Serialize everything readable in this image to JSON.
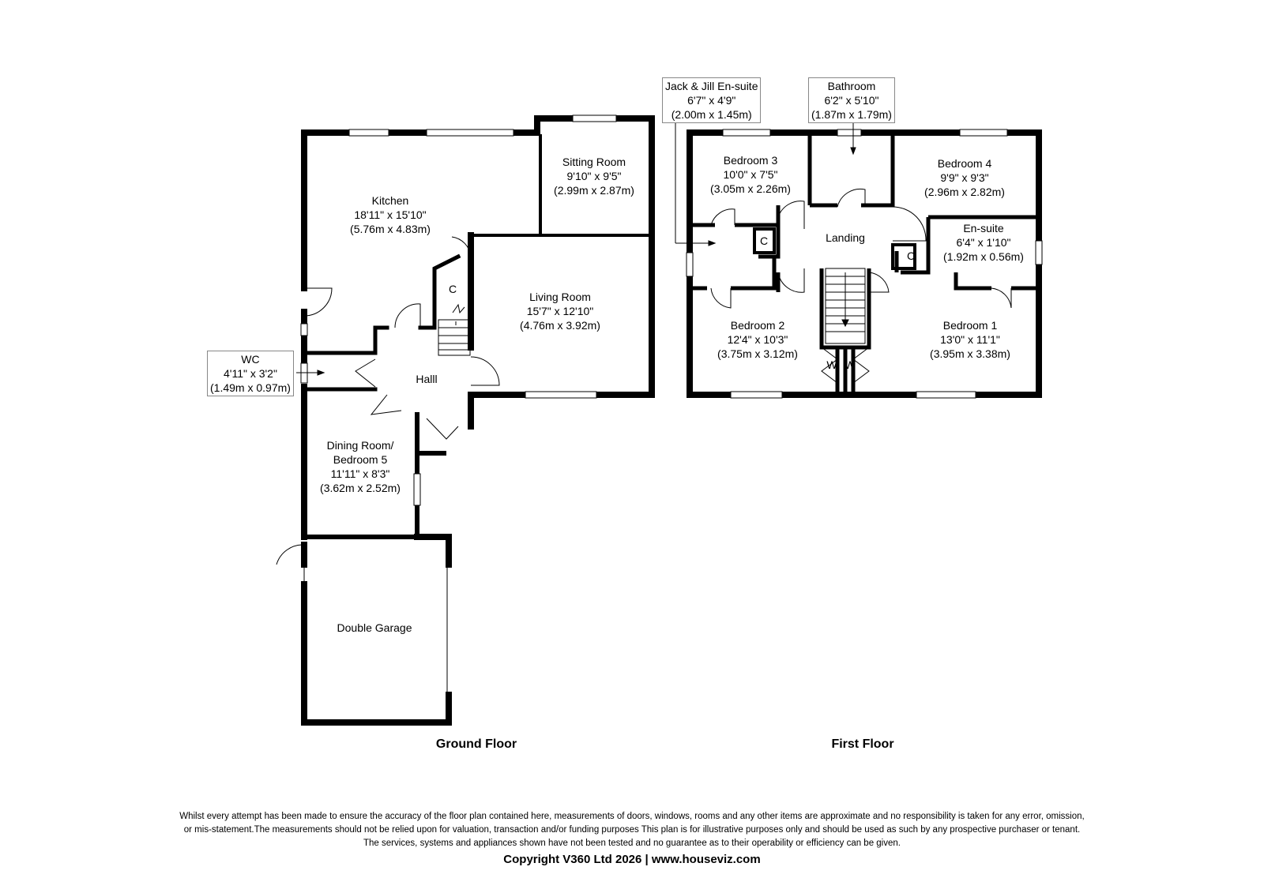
{
  "ground_floor": {
    "title": "Ground Floor",
    "rooms": {
      "kitchen": {
        "name": "Kitchen",
        "imperial": "18'11\" x 15'10\"",
        "metric": "(5.76m x 4.83m)"
      },
      "sitting_room": {
        "name": "Sitting Room",
        "imperial": "9'10\" x 9'5\"",
        "metric": "(2.99m x 2.87m)"
      },
      "living_room": {
        "name": "Living Room",
        "imperial": "15'7\" x 12'10\"",
        "metric": "(4.76m x 3.92m)"
      },
      "hall": {
        "name": "Halll"
      },
      "cupboard": {
        "name": "C"
      },
      "wc": {
        "name": "WC",
        "imperial": "4'11\" x 3'2\"",
        "metric": "(1.49m x 0.97m)"
      },
      "dining_room": {
        "name": "Dining Room/",
        "name2": "Bedroom 5",
        "imperial": "11'11\" x 8'3\"",
        "metric": "(3.62m x 2.52m)"
      },
      "garage": {
        "name": "Double Garage"
      }
    }
  },
  "first_floor": {
    "title": "First Floor",
    "rooms": {
      "jack_jill": {
        "name": "Jack & Jill En-suite",
        "imperial": "6'7\" x 4'9\"",
        "metric": "(2.00m x 1.45m)"
      },
      "bathroom": {
        "name": "Bathroom",
        "imperial": "6'2\" x 5'10\"",
        "metric": "(1.87m x 1.79m)"
      },
      "bedroom3": {
        "name": "Bedroom 3",
        "imperial": "10'0\" x 7'5\"",
        "metric": "(3.05m x 2.26m)"
      },
      "bedroom4": {
        "name": "Bedroom 4",
        "imperial": "9'9\" x 9'3\"",
        "metric": "(2.96m x 2.82m)"
      },
      "ensuite": {
        "name": "En-suite",
        "imperial": "6'4\" x 1'10\"",
        "metric": "(1.92m x 0.56m)"
      },
      "landing": {
        "name": "Landing"
      },
      "cupboard_left": {
        "name": "C"
      },
      "cupboard_right": {
        "name": "C"
      },
      "bedroom2": {
        "name": "Bedroom 2",
        "imperial": "12'4\" x 10'3\"",
        "metric": "(3.75m x 3.12m)"
      },
      "bedroom1": {
        "name": "Bedroom 1",
        "imperial": "13'0\" x 11'1\"",
        "metric": "(3.95m x 3.38m)"
      },
      "wardrobe_left": {
        "name": "W"
      },
      "wardrobe_right": {
        "name": "W"
      }
    }
  },
  "footer": {
    "disclaimer_1": "Whilst every attempt has been made to ensure the accuracy of the floor plan contained here, measurements of doors, windows, rooms and any other items are approximate and no responsibility is taken for any error, omission,",
    "disclaimer_2": "or mis-statement.The measurements should not be relied upon for valuation, transaction and/or funding purposes This plan is for illustrative purposes only and should be used as such by any prospective purchaser or tenant.",
    "disclaimer_3": "The services, systems and appliances shown have not been tested and no guarantee as to their operability or efficiency can be given.",
    "copyright": "Copyright V360 Ltd 2026 | www.houseviz.com"
  }
}
